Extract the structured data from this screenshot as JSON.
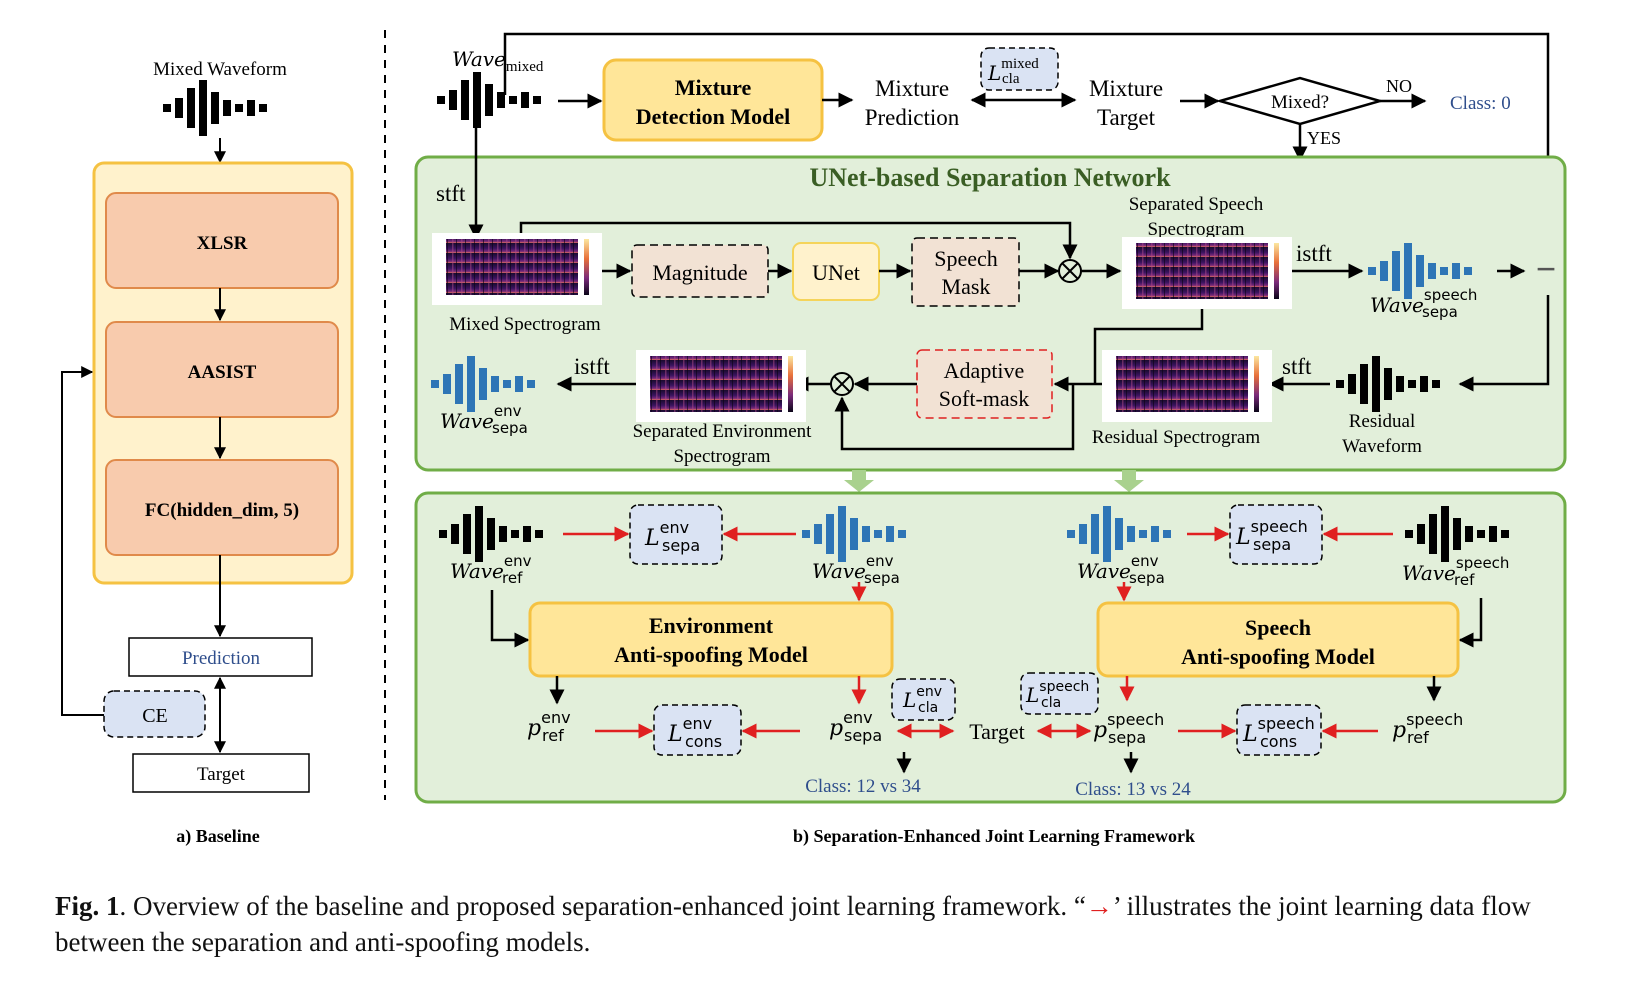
{
  "baseline": {
    "input_label": "Mixed Waveform",
    "blocks": [
      "XLSR",
      "AASIST",
      "FC(hidden_dim, 5)"
    ],
    "prediction": "Prediction",
    "loss": "CE",
    "target": "Target",
    "subtitle": "a) Baseline"
  },
  "framework": {
    "subtitle": "b) Separation-Enhanced Joint Learning Framework",
    "top": {
      "wave_mixed": {
        "base": "Wave",
        "sub": "mixed"
      },
      "mixture_model": [
        "Mixture",
        "Detection Model"
      ],
      "mixture_prediction": [
        "Mixture",
        "Prediction"
      ],
      "loss_mixed": {
        "base": "L",
        "sup": "mixed",
        "sub": "cla"
      },
      "mixture_target": [
        "Mixture",
        "Target"
      ],
      "decision": "Mixed?",
      "no_label": "NO",
      "yes_label": "YES",
      "class_zero": "Class: 0"
    },
    "separation": {
      "title": "UNet-based Separation Network",
      "stft_label": "stft",
      "mixed_spectrogram": "Mixed Spectrogram",
      "magnitude": "Magnitude",
      "unet": "UNet",
      "speech_mask": [
        "Speech",
        "Mask"
      ],
      "separated_speech_spectrogram": [
        "Separated Speech",
        "Spectrogram"
      ],
      "istft_label": "istft",
      "wave_sepa_speech": {
        "base": "Wave",
        "sup": "speech",
        "sub": "sepa"
      },
      "minus_symbol": "−",
      "residual_waveform": [
        "Residual",
        "Waveform"
      ],
      "stft_label2": "stft",
      "residual_spectrogram": "Residual Spectrogram",
      "adaptive_softmask": [
        "Adaptive",
        "Soft-mask"
      ],
      "separated_env_spectrogram": [
        "Separated Environment",
        "Spectrogram"
      ],
      "istft_label2": "istft",
      "wave_sepa_env": {
        "base": "Wave",
        "sup": "env",
        "sub": "sepa"
      },
      "multiply_symbol": "⊗"
    },
    "antispoof": {
      "env": {
        "wave_ref": {
          "base": "Wave",
          "sup": "env",
          "sub": "ref"
        },
        "wave_sepa": {
          "base": "Wave",
          "sup": "env",
          "sub": "sepa"
        },
        "loss_sepa": {
          "base": "L",
          "sup": "env",
          "sub": "sepa"
        },
        "model": [
          "Environment",
          "Anti-spoofing Model"
        ],
        "p_ref": {
          "base": "p",
          "sup": "env",
          "sub": "ref"
        },
        "p_sepa": {
          "base": "p",
          "sup": "env",
          "sub": "sepa"
        },
        "loss_cons": {
          "base": "L",
          "sup": "env",
          "sub": "cons"
        },
        "loss_cla": {
          "base": "L",
          "sup": "env",
          "sub": "cla"
        },
        "class_label": "Class: 12 vs 34"
      },
      "speech": {
        "wave_sepa": {
          "base": "Wave",
          "sup": "env",
          "sub": "sepa"
        },
        "wave_ref": {
          "base": "Wave",
          "sup": "speech",
          "sub": "ref"
        },
        "loss_sepa": {
          "base": "L",
          "sup": "speech",
          "sub": "sepa"
        },
        "model": [
          "Speech",
          "Anti-spoofing Model"
        ],
        "p_ref": {
          "base": "p",
          "sup": "speech",
          "sub": "ref"
        },
        "p_sepa": {
          "base": "p",
          "sup": "speech",
          "sub": "sepa"
        },
        "loss_cons": {
          "base": "L",
          "sup": "speech",
          "sub": "cons"
        },
        "loss_cla": {
          "base": "L",
          "sup": "speech",
          "sub": "cla"
        },
        "class_label": "Class: 13 vs 24"
      },
      "target": "Target"
    }
  },
  "caption": {
    "fig_label": "Fig. 1",
    "text_before": ". Overview of the baseline and proposed separation-enhanced joint learning framework. “",
    "arrow_symbol": "→",
    "text_after": "’ illustrates the joint learning data flow between the separation and anti-spoofing models."
  },
  "colors": {
    "orange_block": "#f8cbad",
    "orange_border": "#e08a4a",
    "yellow_container": "#fff2cc",
    "yellow_border": "#f5c242",
    "model_fill": "#ffe699",
    "green_fill": "#e2efda",
    "green_border": "#70ad47",
    "green_title": "#3a5e24",
    "loss_fill": "#dae3f3",
    "beige_fill": "#f2e2d4",
    "red_dashed": "#e02020",
    "red_arrow": "#e02020",
    "blue_wave": "#2e75b6",
    "blue_text": "#2f4e8c"
  }
}
